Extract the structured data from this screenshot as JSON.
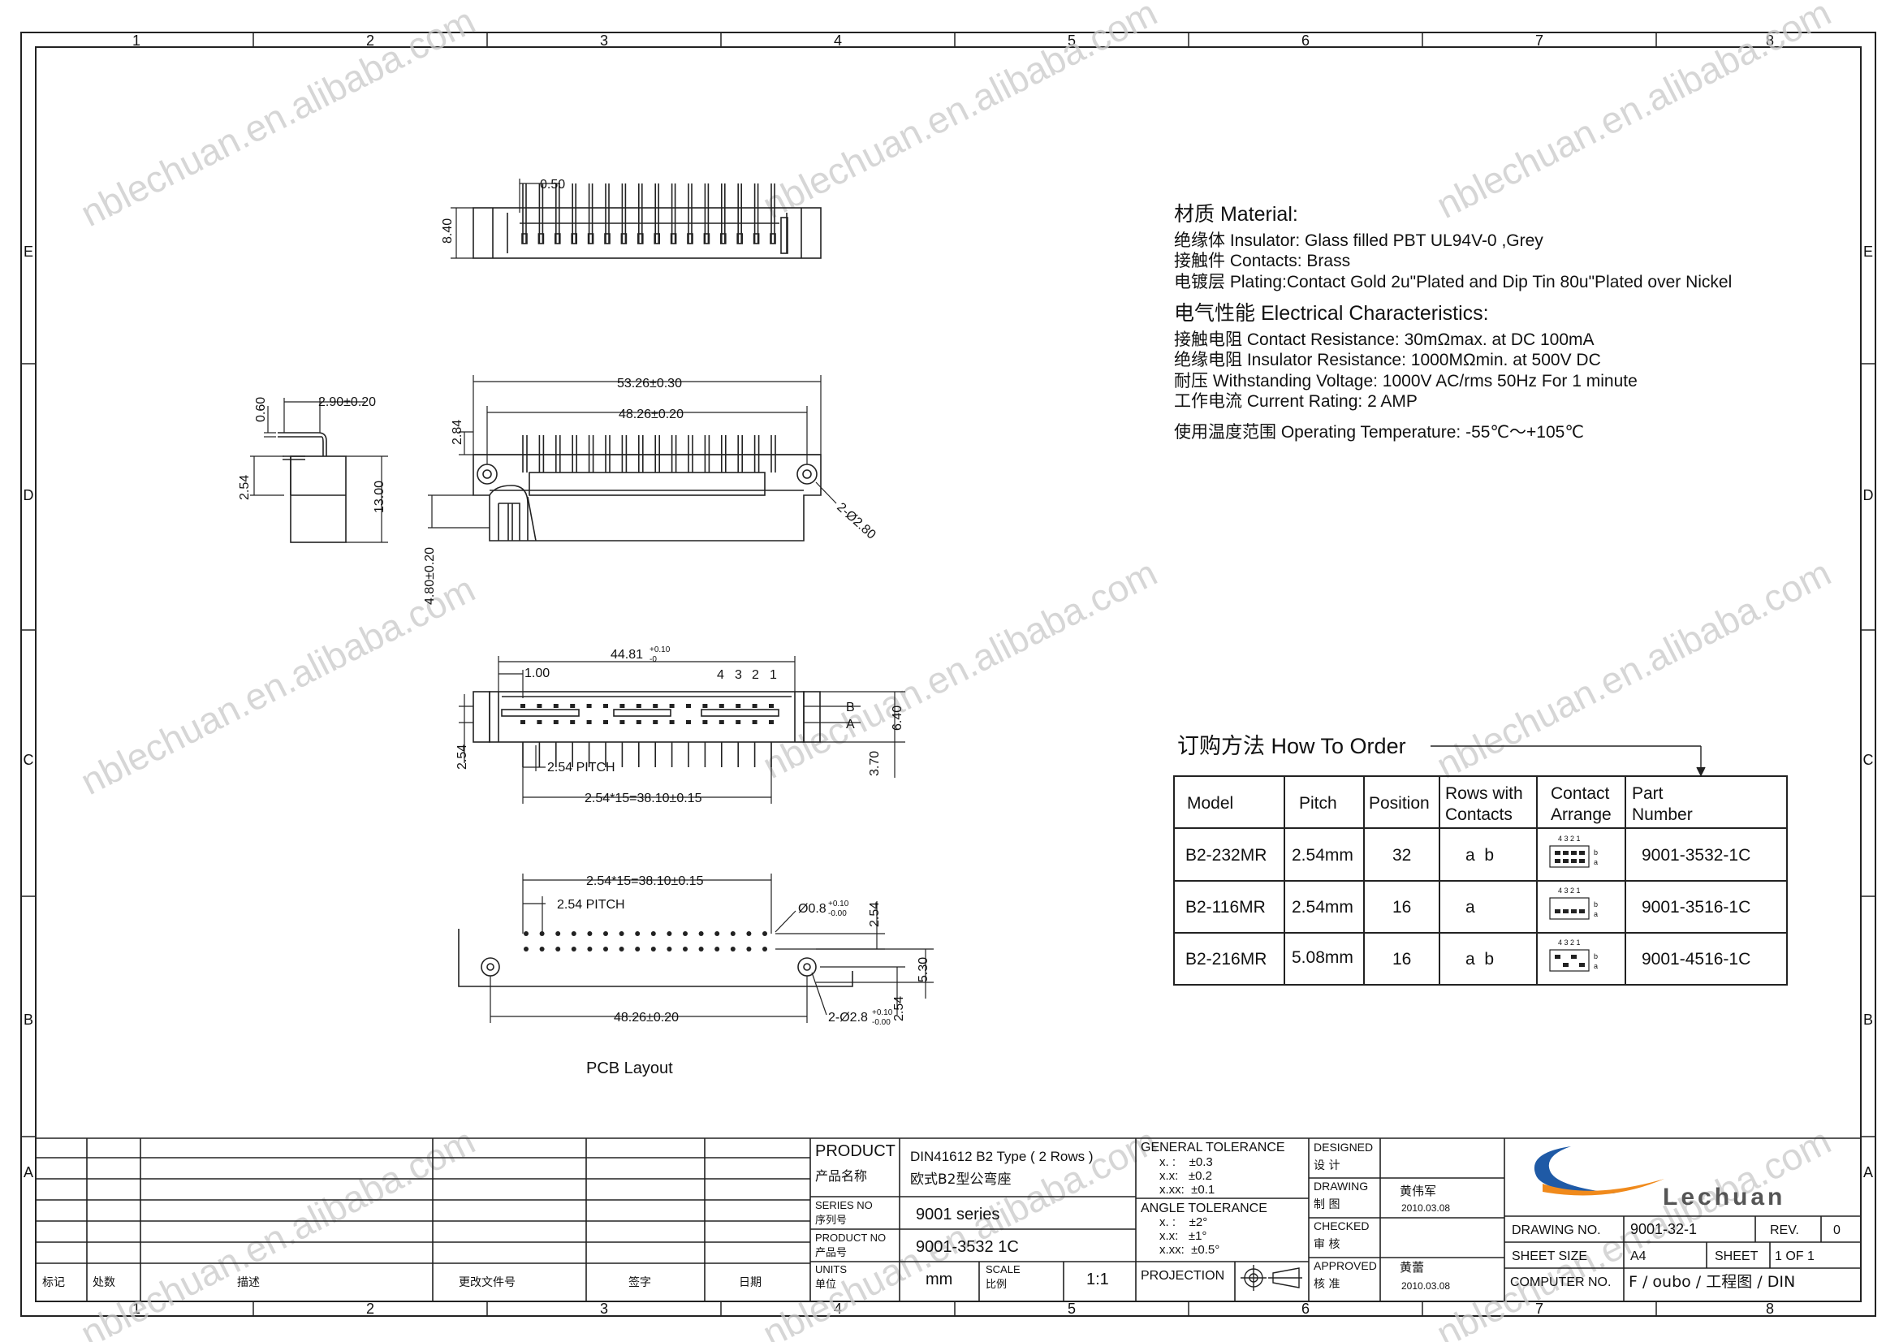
{
  "border": {
    "columns": [
      "1",
      "2",
      "3",
      "4",
      "5",
      "6",
      "7",
      "8"
    ],
    "rows": [
      "E",
      "D",
      "C",
      "B",
      "A"
    ]
  },
  "watermark": "nblechuan.en.alibaba.com",
  "views": {
    "top": {
      "dim_050": "0.50",
      "dim_840": "8.40"
    },
    "side": {
      "dim_060": "0.60",
      "dim_290": "2.90±0.20",
      "dim_254": "2.54",
      "dim_1300": "13.00"
    },
    "front": {
      "dim_5326": "53.26±0.30",
      "dim_4826": "48.26±0.20",
      "dim_284": "2.84",
      "dim_hole": "2-Ø2.80",
      "dim_480": "4.80±0.20"
    },
    "bottom": {
      "dim_4481": "44.81",
      "dim_4481_tol_plus": "+0.10",
      "dim_4481_tol_minus": "-0",
      "dim_100": "1.00",
      "pin_1": "1",
      "pin_2": "2",
      "pin_3": "3",
      "pin_4": "4",
      "row_b": "B",
      "row_a": "A",
      "dim_640": "6.40",
      "dim_370": "3.70",
      "dim_254": "2.54",
      "pitch": "2.54 PITCH",
      "dim_total": "2.54*15=38.10±0.15"
    },
    "pcb": {
      "dim_total": "2.54*15=38.10±0.15",
      "pitch": "2.54 PITCH",
      "dim_hole_small": "Ø0.8",
      "dim_hole_small_tol_plus": "+0.10",
      "dim_hole_small_tol_minus": "-0.00",
      "dim_254_top": "2.54",
      "dim_530": "5.30",
      "dim_254_bottom": "2.54",
      "dim_4826": "48.26±0.20",
      "dim_hole_big": "2-Ø2.8",
      "dim_hole_big_tol_plus": "+0.10",
      "dim_hole_big_tol_minus": "-0.00",
      "caption": "PCB Layout"
    }
  },
  "material": {
    "heading_cn": "材质",
    "heading_en": "Material:",
    "lines": [
      {
        "cn": "绝缘体",
        "en": "Insulator: Glass filled PBT UL94V-0 ,Grey"
      },
      {
        "cn": "接触件",
        "en": "Contacts: Brass"
      },
      {
        "cn": "电镀层",
        "en": "Plating:Contact Gold 2u\"Plated and Dip Tin 80u\"Plated over Nickel"
      }
    ]
  },
  "electrical": {
    "heading_cn": "电气性能",
    "heading_en": "Electrical Characteristics:",
    "lines": [
      {
        "cn": "接触电阻",
        "en": "Contact Resistance: 30mΩmax. at DC 100mA"
      },
      {
        "cn": "绝缘电阻",
        "en": "Insulator Resistance: 1000MΩmin. at 500V DC"
      },
      {
        "cn": "耐压",
        "en": "Withstanding Voltage: 1000V AC/rms 50Hz For 1 minute"
      },
      {
        "cn": "工作电流",
        "en": "Current Rating: 2 AMP"
      }
    ],
    "temp_cn": "使用温度范围",
    "temp_en": "Operating Temperature: -55℃～+105℃"
  },
  "order": {
    "heading_cn": "订购方法",
    "heading_en": "How To Order",
    "headers": [
      "Model",
      "Pitch",
      "Position",
      "Rows with",
      "Contacts",
      "Contact",
      "Arrange",
      "Part",
      "Number"
    ],
    "rows": [
      {
        "model": "B2-232MR",
        "pitch": "2.54mm",
        "position": "32",
        "rows": "a  b",
        "part": "9001-3532-1C"
      },
      {
        "model": "B2-116MR",
        "pitch": "2.54mm",
        "position": "16",
        "rows": "a",
        "part": "9001-3516-1C"
      },
      {
        "model": "B2-216MR",
        "pitch": "5.08mm",
        "position": "16",
        "rows": "a  b",
        "part": "9001-4516-1C"
      }
    ],
    "arrange_nums": "4 3 2 1",
    "arrange_b": "b",
    "arrange_a": "a"
  },
  "title_block": {
    "revision_headers": [
      "标记",
      "处数",
      "描述",
      "更改文件号",
      "签字",
      "日期"
    ],
    "product_label": "PRODUCT",
    "product_label_cn": "产品名称",
    "product_value": "DIN41612 B2 Type ( 2 Rows )",
    "product_value_cn": "欧式B2型公弯座",
    "series_label": "SERIES NO",
    "series_label_cn": "序列号",
    "series_value": "9001 series",
    "productno_label": "PRODUCT NO",
    "productno_label_cn": "产品号",
    "productno_value": "9001-3532 1C",
    "units_label": "UNITS",
    "units_label_cn": "单位",
    "units_value": "mm",
    "scale_label": "SCALE",
    "scale_label_cn": "比例",
    "scale_value": "1:1",
    "general_tol": "GENERAL TOLERANCE",
    "gt_lines": [
      "x. :    ±0.3",
      "x.x:   ±0.2",
      "x.xx:  ±0.1"
    ],
    "angle_tol": "ANGLE TOLERANCE",
    "at_lines": [
      "x. :    ±2°",
      "x.x:   ±1°",
      "x.xx:  ±0.5°"
    ],
    "projection": "PROJECTION",
    "designed": "DESIGNED",
    "designed_cn": "设  计",
    "drawing": "DRAWING",
    "drawing_cn": "制  图",
    "drawing_name": "黄伟军",
    "drawing_date": "2010.03.08",
    "checked": "CHECKED",
    "checked_cn": "审  核",
    "approved": "APPROVED",
    "approved_cn": "核  准",
    "approved_name": "黄蕾",
    "approved_date": "2010.03.08",
    "logo_text": "Lechuan",
    "drawing_no_label": "DRAWING NO.",
    "drawing_no_value": "9001-32-1",
    "rev_label": "REV.",
    "rev_value": "0",
    "sheet_size_label": "SHEET SIZE",
    "sheet_size_value": "A4",
    "sheet_label": "SHEET",
    "sheet_value": "1 OF 1",
    "computer_label": "COMPUTER NO.",
    "computer_value": "F / oubo / 工程图 / DIN",
    "colors": {
      "logo_blue": "#1f5aa6",
      "logo_orange": "#f08a1c",
      "logo_gray": "#555555"
    }
  }
}
